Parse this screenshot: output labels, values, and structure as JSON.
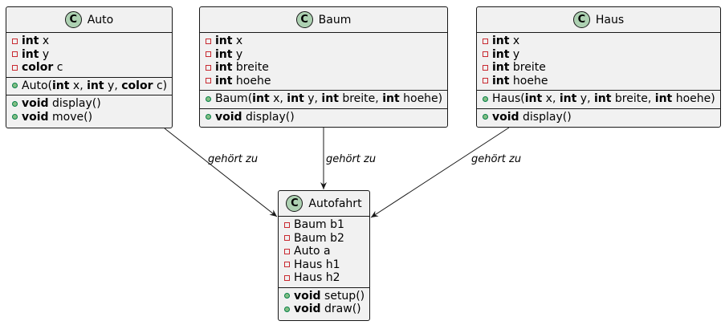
{
  "classes": [
    {
      "id": "auto",
      "name": "Auto",
      "fields": [
        {
          "visibility": "private",
          "type": "int",
          "name": "x"
        },
        {
          "visibility": "private",
          "type": "int",
          "name": "y"
        },
        {
          "visibility": "private",
          "type": "color",
          "name": "c"
        }
      ],
      "constructors": [
        {
          "visibility": "public",
          "name": "Auto",
          "params": [
            {
              "type": "int",
              "name": "x"
            },
            {
              "type": "int",
              "name": "y"
            },
            {
              "type": "color",
              "name": "c"
            }
          ]
        }
      ],
      "methods": [
        {
          "visibility": "public",
          "type": "void",
          "name": "display()"
        },
        {
          "visibility": "public",
          "type": "void",
          "name": "move()"
        }
      ]
    },
    {
      "id": "baum",
      "name": "Baum",
      "fields": [
        {
          "visibility": "private",
          "type": "int",
          "name": "x"
        },
        {
          "visibility": "private",
          "type": "int",
          "name": "y"
        },
        {
          "visibility": "private",
          "type": "int",
          "name": "breite"
        },
        {
          "visibility": "private",
          "type": "int",
          "name": "hoehe"
        }
      ],
      "constructors": [
        {
          "visibility": "public",
          "name": "Baum",
          "params": [
            {
              "type": "int",
              "name": "x"
            },
            {
              "type": "int",
              "name": "y"
            },
            {
              "type": "int",
              "name": "breite"
            },
            {
              "type": "int",
              "name": "hoehe"
            }
          ]
        }
      ],
      "methods": [
        {
          "visibility": "public",
          "type": "void",
          "name": "display()"
        }
      ]
    },
    {
      "id": "haus",
      "name": "Haus",
      "fields": [
        {
          "visibility": "private",
          "type": "int",
          "name": "x"
        },
        {
          "visibility": "private",
          "type": "int",
          "name": "y"
        },
        {
          "visibility": "private",
          "type": "int",
          "name": "breite"
        },
        {
          "visibility": "private",
          "type": "int",
          "name": "hoehe"
        }
      ],
      "constructors": [
        {
          "visibility": "public",
          "name": "Haus",
          "params": [
            {
              "type": "int",
              "name": "x"
            },
            {
              "type": "int",
              "name": "y"
            },
            {
              "type": "int",
              "name": "breite"
            },
            {
              "type": "int",
              "name": "hoehe"
            }
          ]
        }
      ],
      "methods": [
        {
          "visibility": "public",
          "type": "void",
          "name": "display()"
        }
      ]
    },
    {
      "id": "autofahrt",
      "name": "Autofahrt",
      "fields": [
        {
          "visibility": "private",
          "type": "",
          "name": "Baum b1"
        },
        {
          "visibility": "private",
          "type": "",
          "name": "Baum b2"
        },
        {
          "visibility": "private",
          "type": "",
          "name": "Auto a"
        },
        {
          "visibility": "private",
          "type": "",
          "name": "Haus h1"
        },
        {
          "visibility": "private",
          "type": "",
          "name": "Haus h2"
        }
      ],
      "constructors": [],
      "methods": [
        {
          "visibility": "public",
          "type": "void",
          "name": "setup()"
        },
        {
          "visibility": "public",
          "type": "void",
          "name": "draw()"
        }
      ]
    }
  ],
  "relations": [
    {
      "from": "auto",
      "to": "autofahrt",
      "label": "gehört zu"
    },
    {
      "from": "baum",
      "to": "autofahrt",
      "label": "gehört zu"
    },
    {
      "from": "haus",
      "to": "autofahrt",
      "label": "gehört zu"
    }
  ],
  "icon": {
    "glyph": "C",
    "name": "class-icon",
    "color": "#add1b2"
  },
  "colors": {
    "box_fill": "#f1f1f1",
    "border": "#181818",
    "private": "#c82930",
    "public": "#84be84"
  }
}
